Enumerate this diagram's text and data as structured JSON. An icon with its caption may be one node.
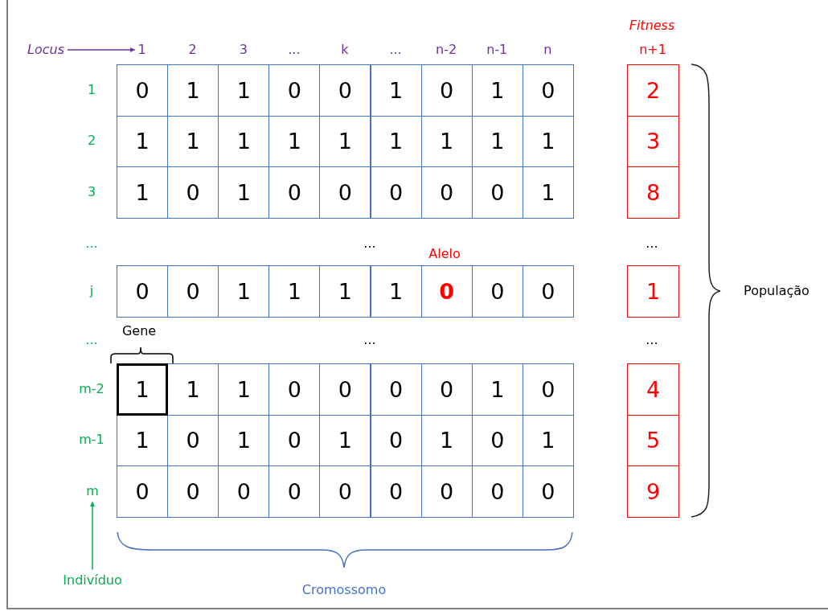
{
  "diagram": {
    "nodes": [
      {
        "text": [
          "Locus"
        ]
      },
      {
        "text": [
          "1"
        ]
      },
      {
        "text": [
          "Indivíduo"
        ]
      },
      {
        "text": [
          "m"
        ]
      }
    ],
    "edges": [
      {
        "from": 0,
        "to": 1,
        "arrow": "to",
        "color": "#7030a0"
      },
      {
        "from": 2,
        "to": 3,
        "arrow": "to",
        "color": "#00b050"
      }
    ],
    "labels": [
      "Fitness",
      "2",
      "3",
      "...",
      "k",
      "...",
      "n-2",
      "n-1",
      "n",
      "n+1",
      "1",
      "0",
      "1",
      "1",
      "0",
      "0",
      "1",
      "0",
      "1",
      "0",
      "2",
      "2",
      "1",
      "1",
      "1",
      "1",
      "1",
      "1",
      "1",
      "1",
      "1",
      "3",
      "3",
      "1",
      "0",
      "1",
      "0",
      "0",
      "0",
      "0",
      "0",
      "1",
      "8",
      "...",
      "...",
      "...",
      "Alelo",
      "j",
      "0",
      "0",
      "1",
      "1",
      "1",
      "1",
      "0",
      "0",
      "0",
      "1",
      "População",
      "Gene",
      "...",
      "...",
      "...",
      "m-2",
      "1",
      "1",
      "1",
      "0",
      "0",
      "0",
      "0",
      "1",
      "0",
      "4",
      "m-1",
      "1",
      "0",
      "1",
      "0",
      "1",
      "0",
      "1",
      "0",
      "1",
      "5",
      "0",
      "0",
      "0",
      "0",
      "0",
      "0",
      "0",
      "0",
      "0",
      "9",
      "Cromossomo"
    ]
  }
}
